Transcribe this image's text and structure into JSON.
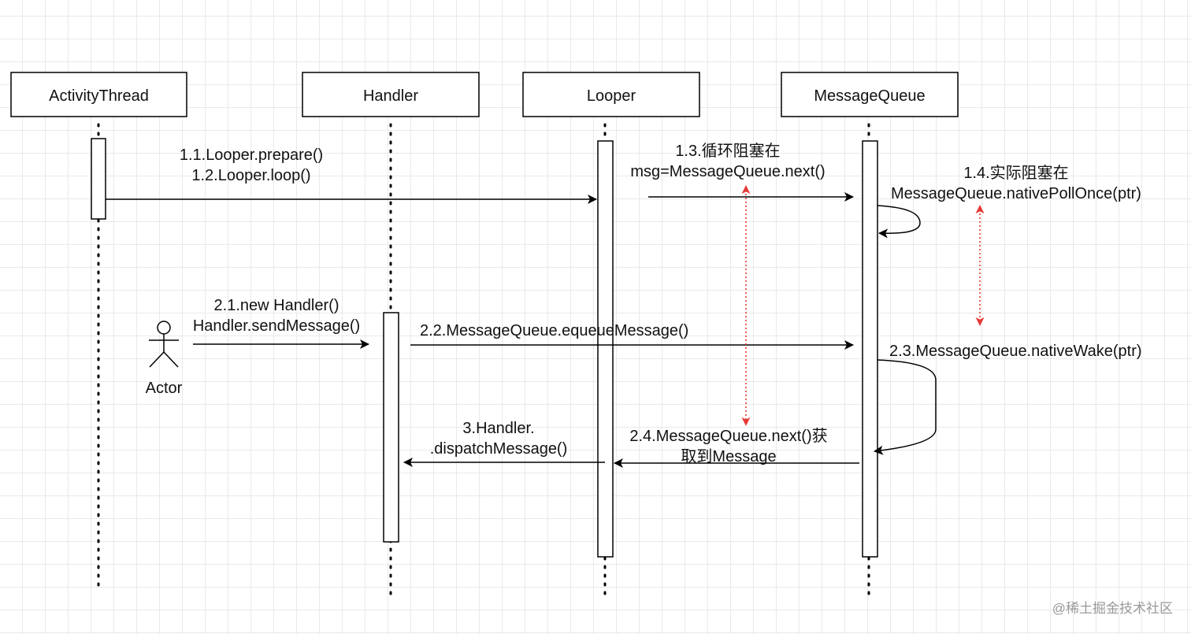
{
  "participants": {
    "activity_thread": "ActivityThread",
    "handler": "Handler",
    "looper": "Looper",
    "message_queue": "MessageQueue"
  },
  "actor": {
    "label": "Actor"
  },
  "messages": {
    "m1_line1": "1.1.Looper.prepare()",
    "m1_line2": "1.2.Looper.loop()",
    "m13_line1": "1.3.循环阻塞在",
    "m13_line2": "msg=MessageQueue.next()",
    "m14_line1": "1.4.实际阻塞在",
    "m14_line2": "MessageQueue.nativePollOnce(ptr)",
    "m21_line1": "2.1.new Handler()",
    "m21_line2": "Handler.sendMessage()",
    "m22": "2.2.MessageQueue.equeueMessage()",
    "m23": "2.3.MessageQueue.nativeWake(ptr)",
    "m24_line1": "2.4.MessageQueue.next()获",
    "m24_line2": "取到Message",
    "m3_line1": "3.Handler.",
    "m3_line2": ".dispatchMessage()"
  },
  "watermark": "@稀土掘金技术社区",
  "colors": {
    "line": "#000000",
    "dependency": "#e53935",
    "grid": "#e9e9e9",
    "watermark": "#9a9a9a"
  }
}
